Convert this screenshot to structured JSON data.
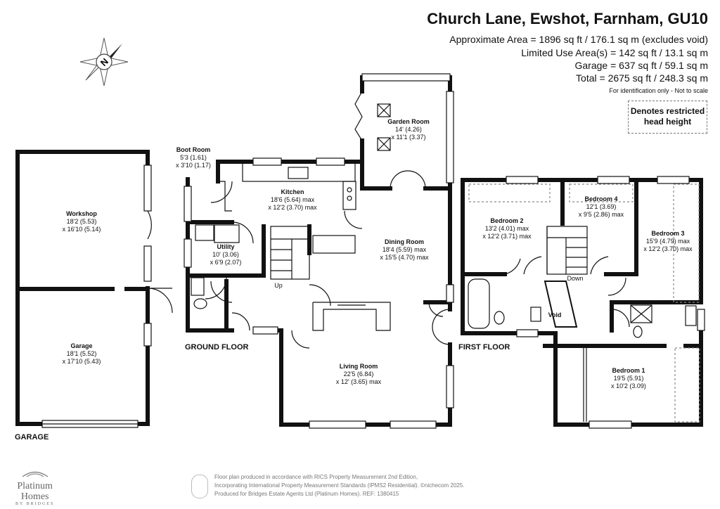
{
  "header": {
    "title": "Church Lane, Ewshot, Farnham, GU10",
    "areas": [
      "Approximate Area = 1896 sq ft / 176.1 sq m (excludes void)",
      "Limited Use Area(s) = 142 sq ft / 13.1 sq m",
      "Garage = 637 sq ft / 59.1 sq m",
      "Total = 2675 sq ft / 248.3 sq m"
    ],
    "note": "For identification only - Not to scale"
  },
  "legend": {
    "restricted": "Denotes restricted head height"
  },
  "compass": {
    "letter": "N"
  },
  "floors": {
    "garage": "GARAGE",
    "ground": "GROUND FLOOR",
    "first": "FIRST FLOOR"
  },
  "rooms": {
    "workshop": {
      "name": "Workshop",
      "d1": "18'2 (5.53)",
      "d2": "x 16'10 (5.14)"
    },
    "garage": {
      "name": "Garage",
      "d1": "18'1 (5.52)",
      "d2": "x 17'10 (5.43)"
    },
    "boot": {
      "name": "Boot Room",
      "d1": "5'3 (1.61)",
      "d2": "x 3'10 (1.17)"
    },
    "kitchen": {
      "name": "Kitchen",
      "d1": "18'6 (5.64) max",
      "d2": "x 12'2 (3.70) max"
    },
    "utility": {
      "name": "Utility",
      "d1": "10' (3.06)",
      "d2": "x 6'9 (2.07)"
    },
    "garden": {
      "name": "Garden Room",
      "d1": "14' (4.26)",
      "d2": "x 11'1 (3.37)"
    },
    "dining": {
      "name": "Dining Room",
      "d1": "18'4 (5.59) max",
      "d2": "x 15'5 (4.70) max"
    },
    "living": {
      "name": "Living Room",
      "d1": "22'5 (6.84)",
      "d2": "x 12' (3.65) max"
    },
    "bed2": {
      "name": "Bedroom 2",
      "d1": "13'2 (4.01) max",
      "d2": "x 12'2 (3.71) max"
    },
    "bed4": {
      "name": "Bedroom 4",
      "d1": "12'1 (3.69)",
      "d2": "x 9'5 (2.86) max"
    },
    "bed3": {
      "name": "Bedroom 3",
      "d1": "15'9 (4.79) max",
      "d2": "x 12'2 (3.70) max"
    },
    "bed1": {
      "name": "Bedroom 1",
      "d1": "19'5 (5.91)",
      "d2": "x 10'2 (3.09)"
    }
  },
  "stair_labels": {
    "up": "Up",
    "down": "Down",
    "void": "Void"
  },
  "footer": {
    "lines": [
      "Floor plan produced in accordance with RICS Property Measurement 2nd Edition,",
      "Incorporating International Property Measurement Standards (IPMS2 Residential).  ©nichecom 2025.",
      "Produced for Bridges Estate Agents Ltd (Platinum Homes).   REF: 1380415"
    ]
  },
  "logo": {
    "line1": "Platinum",
    "line2": "Homes",
    "line3": "BY BRIDGES"
  }
}
